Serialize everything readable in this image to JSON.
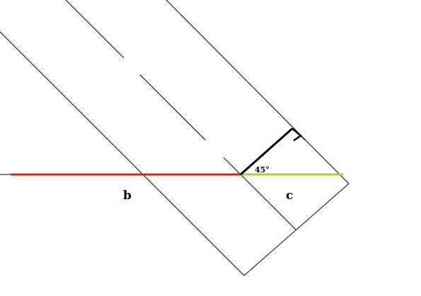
{
  "labels": {
    "angle": "45°",
    "segment_b": "b",
    "segment_c": "c"
  },
  "colors": {
    "background": "#ffffff",
    "outline": "#000000",
    "segment_b": "#d42020",
    "segment_c": "#a8d030",
    "perpendicular": "#000000"
  }
}
